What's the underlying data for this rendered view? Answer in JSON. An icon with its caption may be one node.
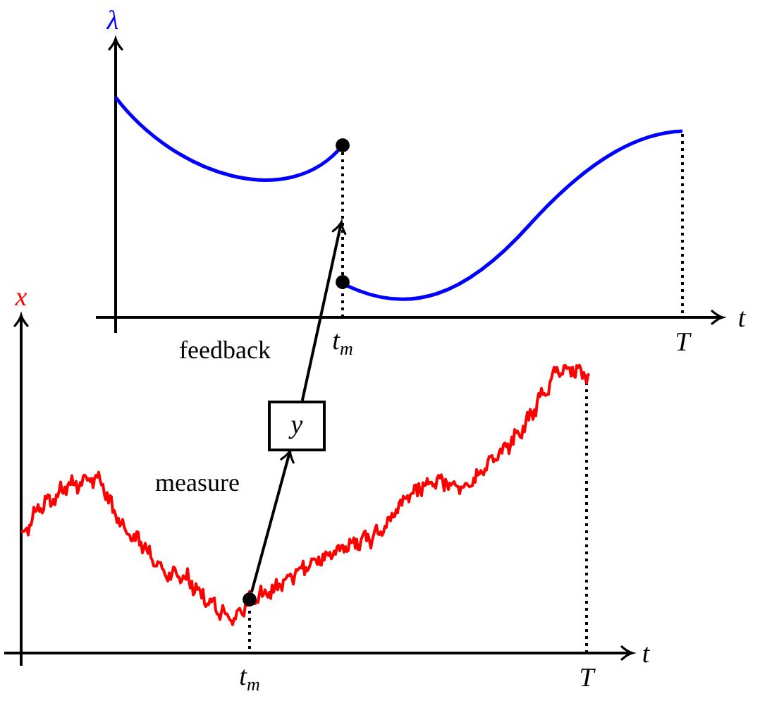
{
  "diagram": {
    "nodes": [
      {
        "text": [],
        "shape": "circle"
      },
      {
        "text": [
          "y"
        ]
      },
      {
        "text": [],
        "shape": "bar"
      }
    ],
    "edges": [
      {
        "from": 0,
        "to": 1,
        "arrow": "to",
        "label": "measure"
      },
      {
        "from": 1,
        "to": 2,
        "arrow": "to",
        "label": "feedback"
      }
    ],
    "labels": [
      "λ",
      "t",
      "t$_{m}$",
      "T",
      "x",
      "t",
      "t$_{m}$",
      "T"
    ]
  }
}
